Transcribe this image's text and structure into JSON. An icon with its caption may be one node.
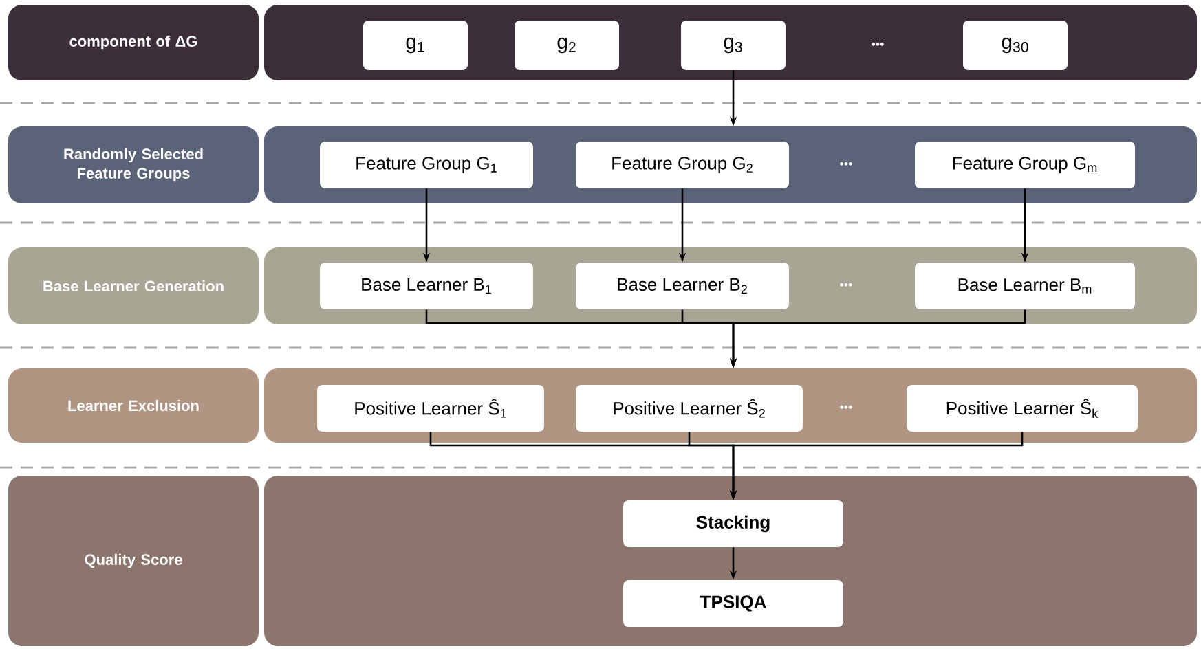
{
  "diagram": {
    "nodes": [
      {
        "text": [
          "component of ΔG"
        ]
      },
      {
        "text": [],
        "shape": "box"
      },
      {
        "text": [
          "g$_{1}$"
        ],
        "in": 1
      },
      {
        "text": [
          "g$_{2}$"
        ],
        "in": 1
      },
      {
        "text": [
          "g$_{3}$"
        ],
        "in": 1
      },
      {
        "text": [
          "g$_{30}$"
        ],
        "in": 1
      },
      {
        "text": [
          "Randomly Selected Feature Groups"
        ]
      },
      {
        "text": [],
        "shape": "box"
      },
      {
        "text": [
          "Feature Group G$_{1}$"
        ],
        "in": 7
      },
      {
        "text": [
          "Feature Group G$_{2}$"
        ],
        "in": 7
      },
      {
        "text": [
          "Feature Group G$_{m}$"
        ],
        "in": 7
      },
      {
        "text": [
          "Base Learner Generation"
        ]
      },
      {
        "text": [],
        "shape": "box"
      },
      {
        "text": [
          "Base Learner B$_{1}$"
        ],
        "in": 12
      },
      {
        "text": [
          "Base Learner B$_{2}$"
        ],
        "in": 12
      },
      {
        "text": [
          "Base Learner B$_{m}$"
        ],
        "in": 12
      },
      {
        "text": [
          "Learner Exclusion"
        ]
      },
      {
        "text": [],
        "shape": "box"
      },
      {
        "text": [
          "Positive Learner Ŝ$_{1}$"
        ],
        "in": 17
      },
      {
        "text": [
          "Positive Learner Ŝ$_{2}$"
        ],
        "in": 17
      },
      {
        "text": [
          "Positive Learner Ŝ$_{k}$"
        ],
        "in": 17
      },
      {
        "text": [
          "Quality Score"
        ]
      },
      {
        "text": [],
        "shape": "box"
      },
      {
        "text": [
          "Stacking"
        ],
        "in": 22
      },
      {
        "text": [
          "TPSIQA"
        ],
        "in": 22
      }
    ],
    "edges": [
      {
        "from": 4,
        "to": 7,
        "arrow": "to"
      },
      {
        "from": 8,
        "to": 13,
        "arrow": "to"
      },
      {
        "from": 9,
        "to": 14,
        "arrow": "to"
      },
      {
        "from": 10,
        "to": 15,
        "arrow": "to"
      },
      {
        "from": 13,
        "to": 17,
        "arrow": "to"
      },
      {
        "from": 14,
        "to": 17,
        "arrow": "to"
      },
      {
        "from": 15,
        "to": 17,
        "arrow": "to"
      },
      {
        "from": 18,
        "to": 23,
        "arrow": "to"
      },
      {
        "from": 19,
        "to": 23,
        "arrow": "to"
      },
      {
        "from": 20,
        "to": 23,
        "arrow": "to"
      },
      {
        "from": 23,
        "to": 24,
        "arrow": "to"
      }
    ],
    "labels": [
      "•••",
      "•••",
      "•••",
      "•••"
    ]
  }
}
